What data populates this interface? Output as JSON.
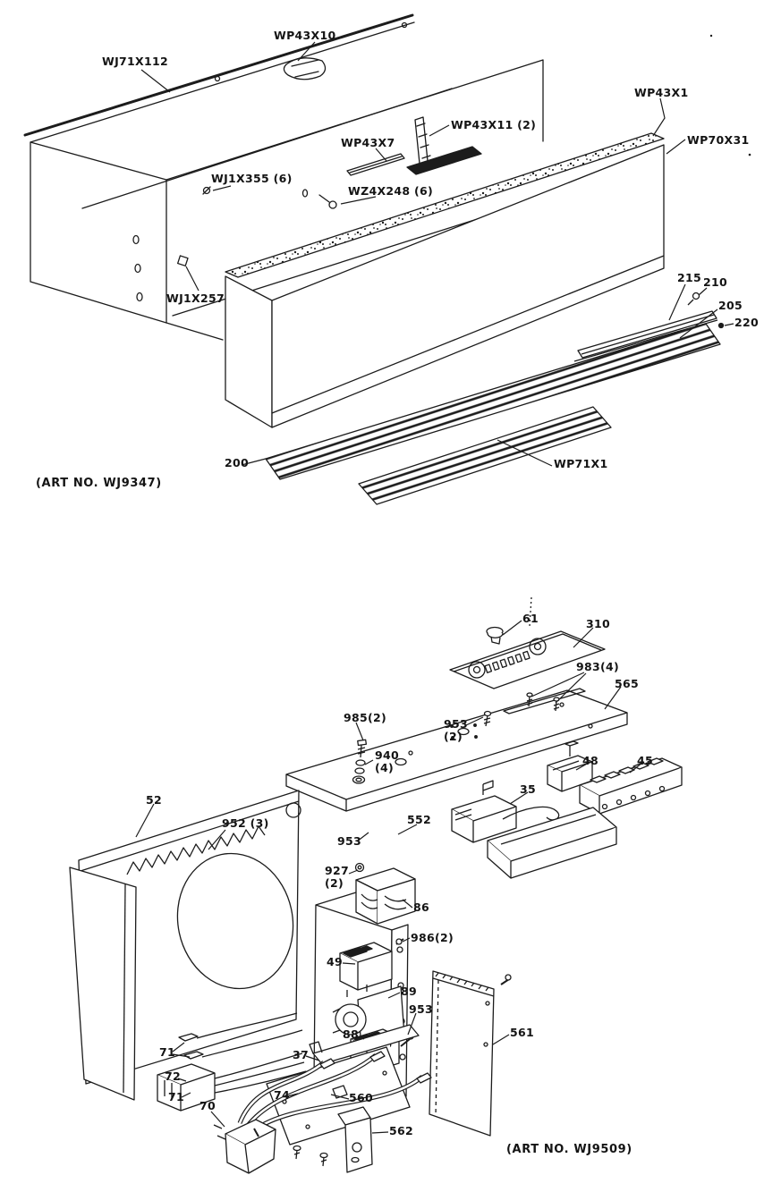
{
  "page": {
    "background": "#ffffff",
    "ink": "#1c1c1c"
  },
  "diagram_top": {
    "title": "wall-case exploded assembly",
    "art_no": "(ART NO. WJ9347)",
    "labels": [
      {
        "text": "WP43X10"
      },
      {
        "text": "WJ71X112"
      },
      {
        "text": "WP43X11 (2)"
      },
      {
        "text": "WP43X1"
      },
      {
        "text": "WP70X31"
      },
      {
        "text": "WP43X7"
      },
      {
        "text": "WJ1X355 (6)"
      },
      {
        "text": "WZ4X248 (6)"
      },
      {
        "text": "WJ1X257"
      },
      {
        "text": "215"
      },
      {
        "text": "210"
      },
      {
        "text": "205"
      },
      {
        "text": "220"
      },
      {
        "text": "200"
      },
      {
        "text": "WP71X1"
      }
    ]
  },
  "diagram_bottom": {
    "title": "control assembly exploded view",
    "art_no": "(ART NO. WJ9509)",
    "labels": [
      {
        "text": "61"
      },
      {
        "text": "310"
      },
      {
        "text": "983(4)"
      },
      {
        "text": "565"
      },
      {
        "text": "985(2)"
      },
      {
        "text": "953\n(2)"
      },
      {
        "text": "940\n(4)"
      },
      {
        "text": "48"
      },
      {
        "text": "45"
      },
      {
        "text": "35"
      },
      {
        "text": "52"
      },
      {
        "text": "952 (3)"
      },
      {
        "text": "552"
      },
      {
        "text": "953"
      },
      {
        "text": "927\n(2)"
      },
      {
        "text": "86"
      },
      {
        "text": "986(2)"
      },
      {
        "text": "49"
      },
      {
        "text": "89"
      },
      {
        "text": "953"
      },
      {
        "text": "88"
      },
      {
        "text": "71"
      },
      {
        "text": "72"
      },
      {
        "text": "71"
      },
      {
        "text": "37"
      },
      {
        "text": "74"
      },
      {
        "text": "70"
      },
      {
        "text": "560"
      },
      {
        "text": "562"
      },
      {
        "text": "561"
      }
    ]
  }
}
